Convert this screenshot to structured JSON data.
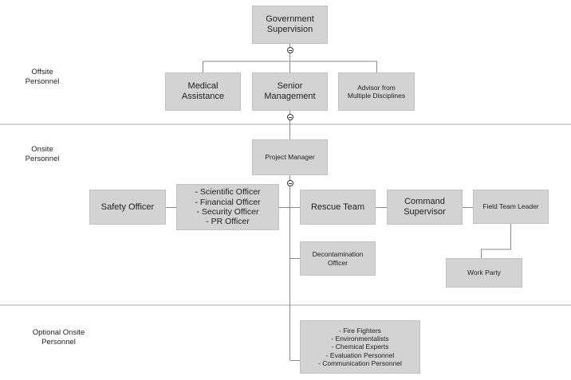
{
  "sections": {
    "offsite": "Offsite\nPersonnel",
    "onsite": "Onsite\nPersonnel",
    "optional": "Optional Onsite\nPersonnel"
  },
  "nodes": {
    "government_supervision": "Government\nSupervision",
    "medical_assistance": "Medical\nAssistance",
    "senior_management": "Senior\nManagement",
    "advisor": "Advisor from\nMultiple Disciplines",
    "project_manager": "Project Manager",
    "safety_officer": "Safety Officer",
    "officers": "- Scientific Officer\n- Financial Officer\n- Security Officer\n- PR Officer",
    "rescue_team": "Rescue Team",
    "command_supervisor": "Command\nSupervisor",
    "field_team_leader": "Field Team Leader",
    "decontamination_officer": "Decontamination\nOfficer",
    "work_party": "Work Party",
    "optional_personnel": "- Fire Fighters\n- Environmentalists\n- Chemical Experts\n- Evaluation Personnel\n- Communication Personnel"
  },
  "colors": {
    "box_fill": "#d3d3d3",
    "connector": "#8a8a8a",
    "divider": "#a8a8a8"
  }
}
